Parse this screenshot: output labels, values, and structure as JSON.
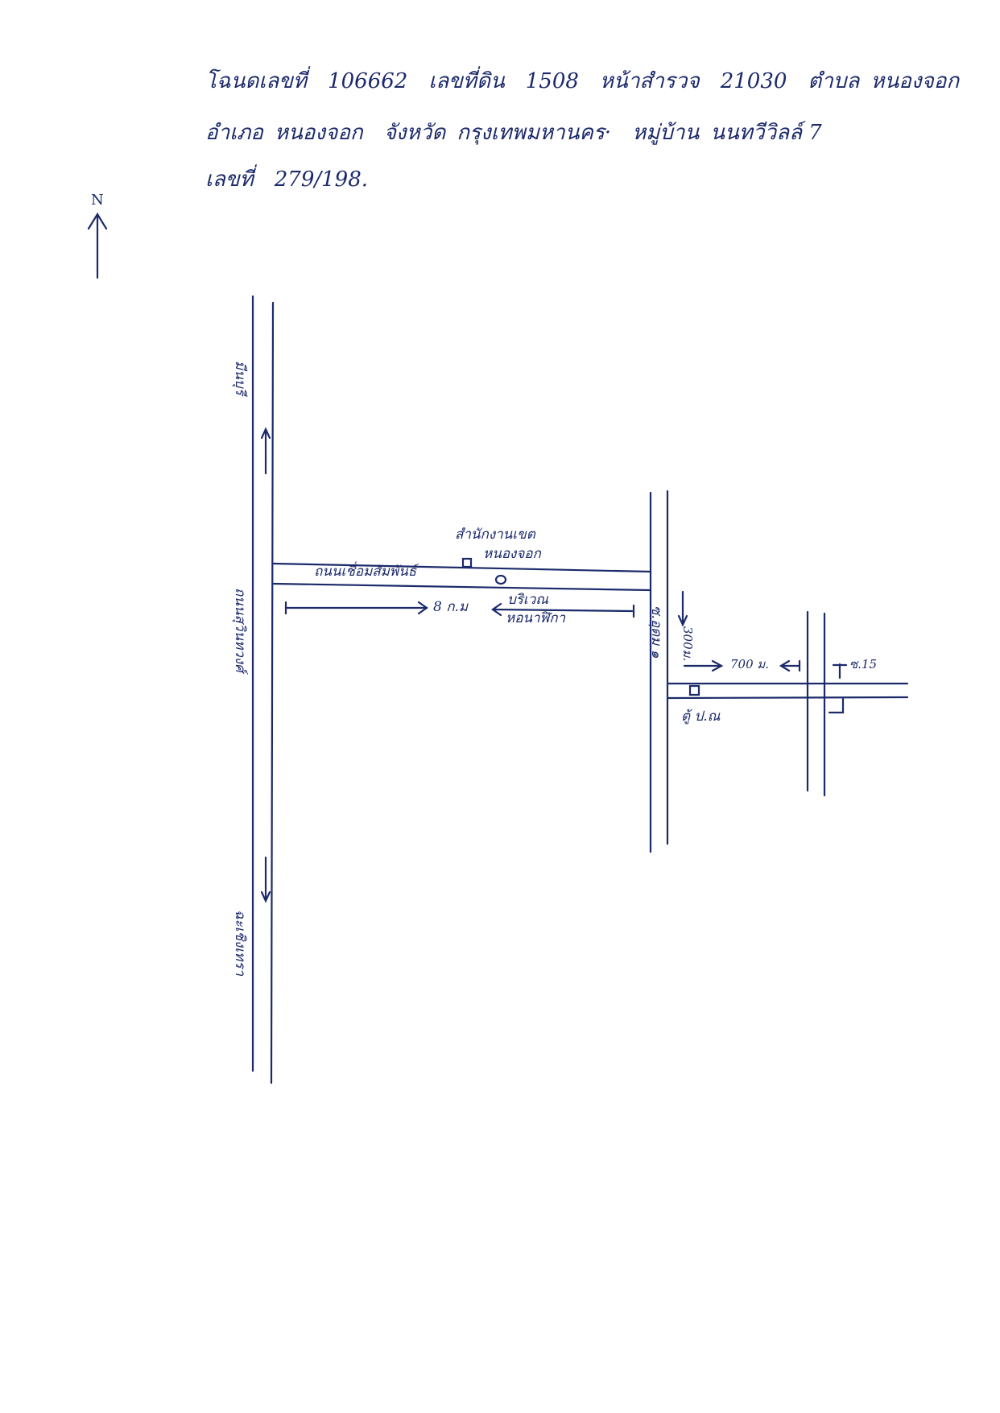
{
  "header": {
    "line1": {
      "deed_label": "โฉนดเลขที่",
      "deed_no": "106662",
      "land_label": "เลขที่ดิน",
      "land_no": "1508",
      "survey_label": "หน้าสำรวจ",
      "survey_no": "21030",
      "subdistrict_label": "ตำบล",
      "subdistrict": "หนองจอก"
    },
    "line2": {
      "district_label": "อำเภอ",
      "district": "หนองจอก",
      "province_label": "จังหวัด",
      "province": "กรุงเทพมหานคร·",
      "village_label": "หมู่บ้าน",
      "village": "นนทวีวิลล์ 7"
    },
    "line3": {
      "house_no_label": "เลขที่",
      "house_no": "279/198."
    }
  },
  "north_label": "N",
  "map": {
    "main_road_label": "ถนนสุวินทวงศ์",
    "to_minburi_label": "มีนบุรี",
    "to_chachoengsao_label": "ฉะเชิงเทรา",
    "office_label_1": "สำนักงานเขต",
    "office_label_2": "หนองจอก",
    "connector_road_label": "ถนนเชื่อมสัมพันธ์",
    "distance_8km": "8 ก.ม",
    "area_label_1": "บริเวณ",
    "area_label_2": "หอนาฬิกา",
    "side_road_label": "ซ.อุดม ๑",
    "distance_300m": "300ม.",
    "distance_700m": "700 ม.",
    "soi_15": "ซ.15",
    "landmark": "ตู้ไปรษณีย์",
    "landmark_short": "ตู้ ป.ณ"
  },
  "colors": {
    "ink": "#1c2a6b"
  }
}
